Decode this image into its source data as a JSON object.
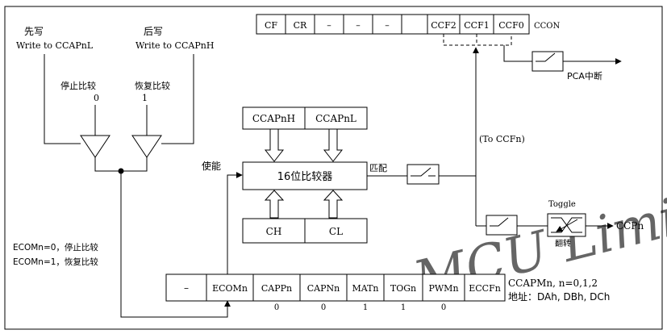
{
  "labels": {
    "first_write_cn": "先写",
    "first_write_en": "Write to CCAPnL",
    "later_write_cn": "后写",
    "later_write_en": "Write to CCAPnH",
    "stop_compare": "停止比较",
    "stop_value": "0",
    "resume_compare": "恢复比较",
    "resume_value": "1",
    "enable": "使能",
    "match": "匹配",
    "to_ccfn": "(To CCFn)",
    "pca_interrupt": "PCA中断",
    "toggle": "Toggle",
    "toggle_cn": "翻转",
    "ccpn": "CCPn",
    "ecom0": "ECOMn=0，停止比较",
    "ecom1": "ECOMn=1，恢复比较",
    "ccapm_title": "CCAPMn, n=0,1,2",
    "ccapm_addr": "地址：DAh, DBh, DCh",
    "watermark": "MCU Limited"
  },
  "ccon": {
    "name": "CCON",
    "bits": [
      "CF",
      "CR",
      "–",
      "–",
      "–",
      "CCF2",
      "CCF1",
      "CCF0"
    ]
  },
  "comparator": {
    "label": "16位比较器",
    "top_regs": [
      "CCAPnH",
      "CCAPnL"
    ],
    "bottom_regs": [
      "CH",
      "CL"
    ]
  },
  "ccapm": {
    "bits": [
      "–",
      "ECOMn",
      "CAPPn",
      "CAPNn",
      "MATn",
      "TOGn",
      "PWMn",
      "ECCFn"
    ],
    "values": [
      "",
      "",
      "0",
      "0",
      "1",
      "1",
      "0",
      ""
    ]
  }
}
